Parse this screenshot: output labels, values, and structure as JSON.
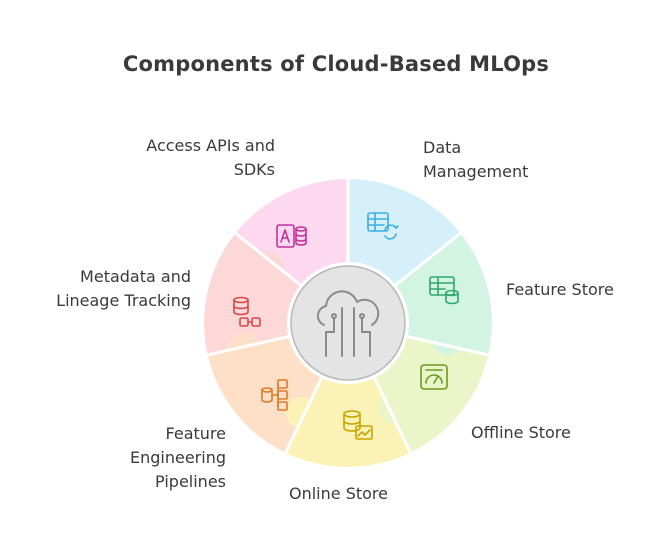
{
  "title": "Components of Cloud-Based MLOps",
  "center_icon": "cloud-network-icon",
  "segments": [
    {
      "label": "Data\nManagement",
      "icon": "table-refresh-icon",
      "fill": "#d6f0fb",
      "stroke": "#3aaee0"
    },
    {
      "label": "Feature Store",
      "icon": "table-database-icon",
      "fill": "#d3f4e3",
      "stroke": "#2fa86a"
    },
    {
      "label": "Offline Store",
      "icon": "gauge-icon",
      "fill": "#eaf6c9",
      "stroke": "#6b9c1e"
    },
    {
      "label": "Online Store",
      "icon": "database-chart-icon",
      "fill": "#fbf3b5",
      "stroke": "#c9a400"
    },
    {
      "label": "Feature\nEngineering\nPipelines",
      "icon": "pipeline-network-icon",
      "fill": "#fde0c7",
      "stroke": "#e07a25"
    },
    {
      "label": "Metadata and\nLineage Tracking",
      "icon": "database-nodes-icon",
      "fill": "#fdd8d8",
      "stroke": "#d94848"
    },
    {
      "label": "Access APIs and\nSDKs",
      "icon": "api-document-icon",
      "fill": "#fcd9ef",
      "stroke": "#c2329a"
    }
  ]
}
